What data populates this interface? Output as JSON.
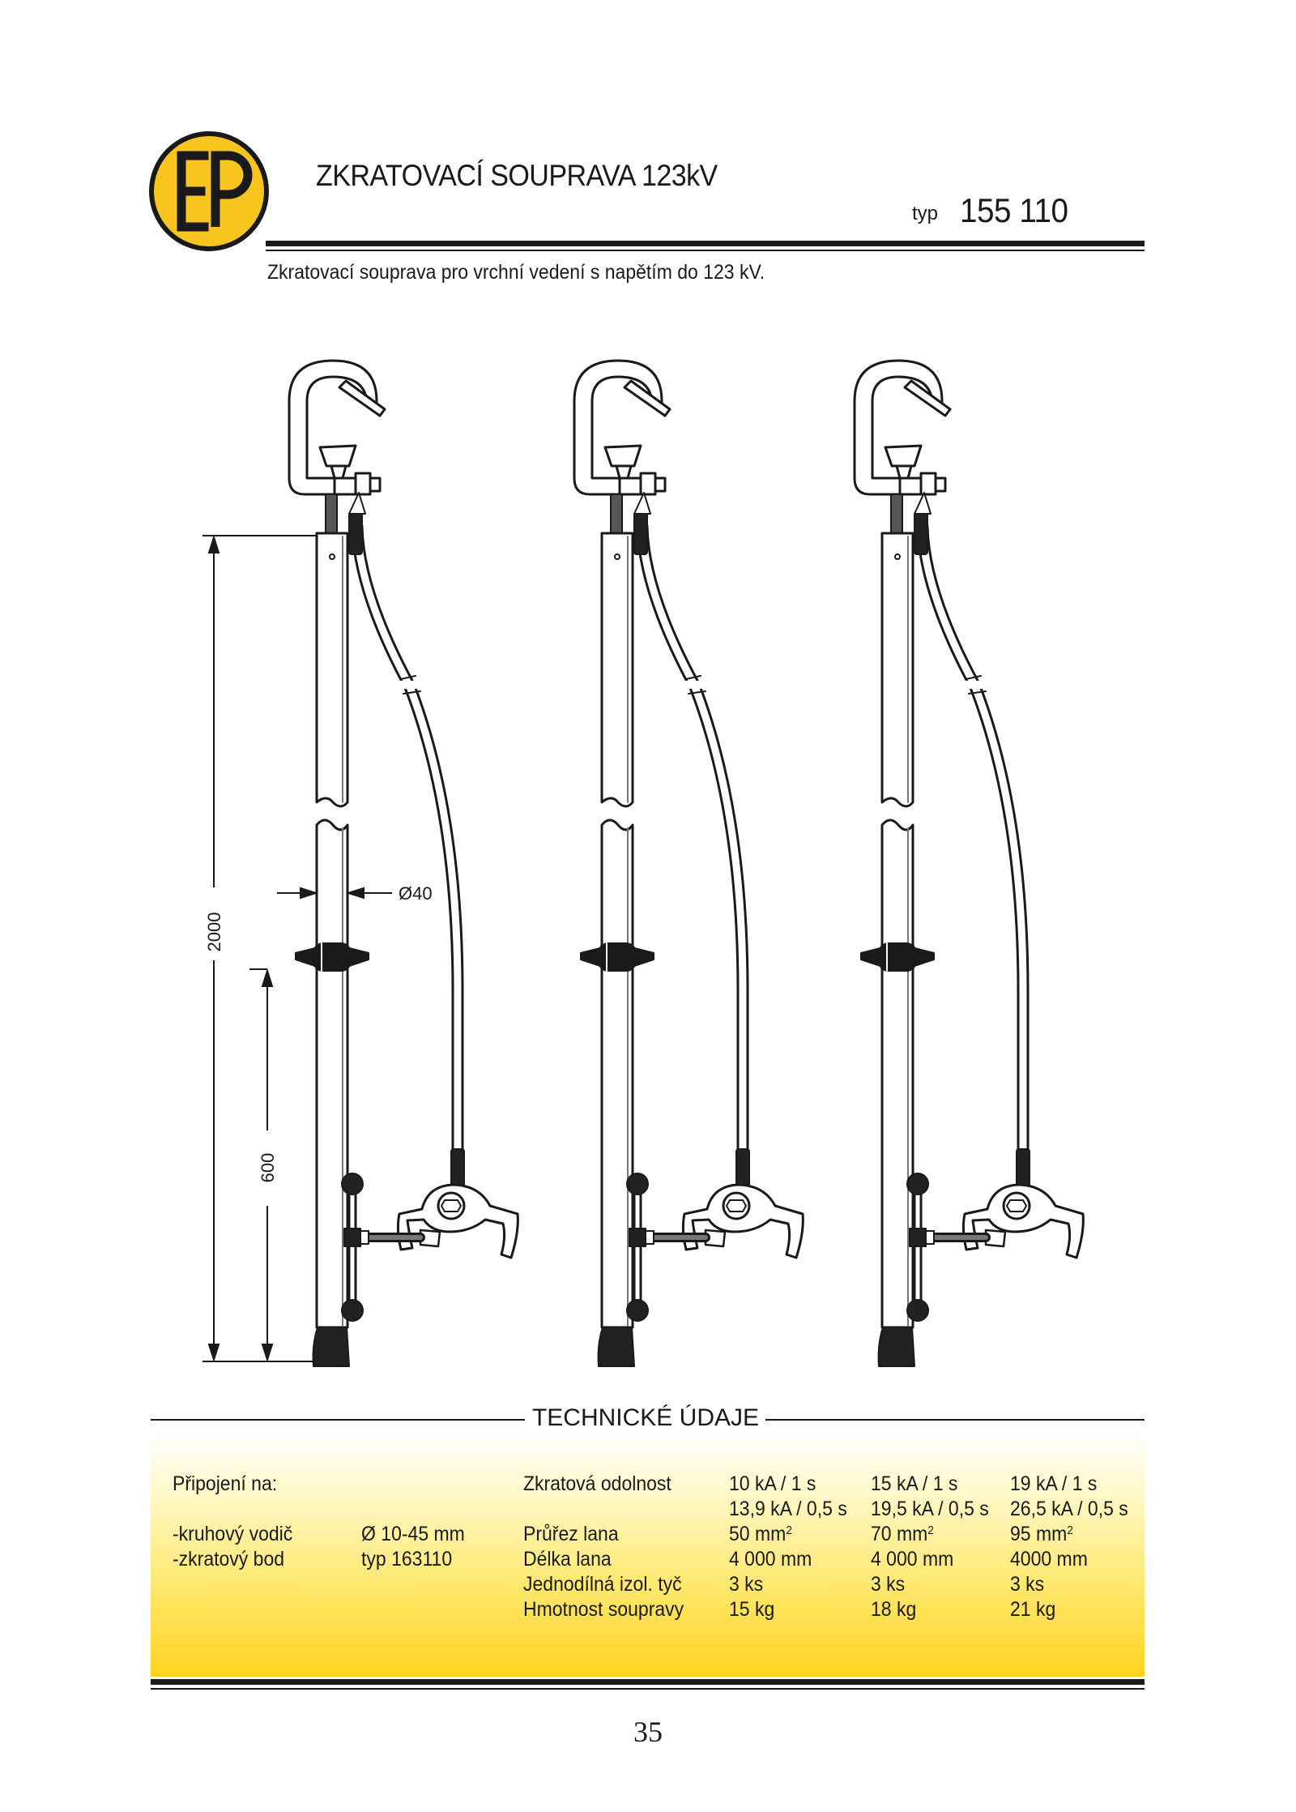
{
  "header": {
    "logo_text": "EP",
    "title": "ZKRATOVACÍ SOUPRAVA 123kV",
    "type_label": "typ",
    "type_number": "155 110",
    "description": "Zkratovací souprava pro vrchní vedení s napětím do 123 kV."
  },
  "drawing": {
    "dim_total": "2000",
    "dim_lower": "600",
    "dim_diameter": "Ø40"
  },
  "tech": {
    "heading": "TECHNICKÉ ÚDAJE",
    "connection_label": "Připojení na:",
    "conn_rows": [
      {
        "label": "-kruhový vodič",
        "value": "Ø 10-45 mm"
      },
      {
        "label": "-zkratový bod",
        "value": "typ 163110"
      }
    ],
    "specs": [
      {
        "label": "Zkratová odolnost",
        "values": [
          "10 kA / 1 s",
          "15 kA / 1 s",
          "19 kA / 1 s"
        ]
      },
      {
        "label": "",
        "values": [
          "13,9 kA / 0,5 s",
          "19,5 kA / 0,5 s",
          "26,5 kA / 0,5 s"
        ]
      },
      {
        "label": "Průřez lana",
        "values": [
          "50 mm",
          "70 mm",
          "95 mm"
        ],
        "sup": "2"
      },
      {
        "label": "Délka lana",
        "values": [
          "4 000 mm",
          "4 000 mm",
          "4000 mm"
        ]
      },
      {
        "label": "Jednodílná izol. tyč",
        "values": [
          "3 ks",
          "3 ks",
          "3 ks"
        ]
      },
      {
        "label": "Hmotnost soupravy",
        "values": [
          "15 kg",
          "18 kg",
          "21 kg"
        ]
      }
    ]
  },
  "footer": {
    "page_number": "35"
  }
}
